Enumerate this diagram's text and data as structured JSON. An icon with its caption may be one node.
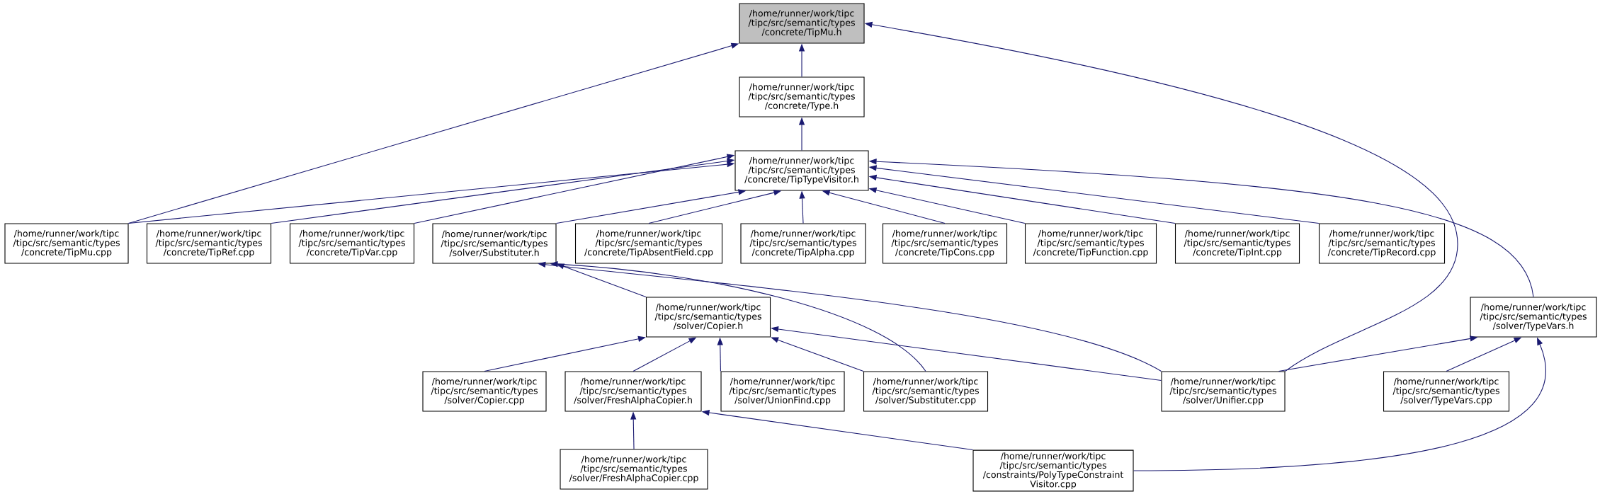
{
  "diagram": {
    "nodes": [
      {
        "text": [
          "/home/runner/work/tipc /tipc/src/semantic/types /concrete/TipMu.h"
        ]
      },
      {
        "text": [
          "/home/runner/work/tipc /tipc/src/semantic/types /concrete/Type.h"
        ]
      },
      {
        "text": [
          "/home/runner/work/tipc /tipc/src/semantic/types /concrete/TipTypeVisitor.h"
        ]
      },
      {
        "text": [
          "/home/runner/work/tipc /tipc/src/semantic/types /concrete/TipMu.cpp"
        ]
      },
      {
        "text": [
          "/home/runner/work/tipc /tipc/src/semantic/types /concrete/TipRef.cpp"
        ]
      },
      {
        "text": [
          "/home/runner/work/tipc /tipc/src/semantic/types /concrete/TipVar.cpp"
        ]
      },
      {
        "text": [
          "/home/runner/work/tipc /tipc/src/semantic/types /solver/Substituter.h"
        ]
      },
      {
        "text": [
          "/home/runner/work/tipc /tipc/src/semantic/types /concrete/TipAbsentField.cpp"
        ]
      },
      {
        "text": [
          "/home/runner/work/tipc /tipc/src/semantic/types /concrete/TipAlpha.cpp"
        ]
      },
      {
        "text": [
          "/home/runner/work/tipc /tipc/src/semantic/types /concrete/TipCons.cpp"
        ]
      },
      {
        "text": [
          "/home/runner/work/tipc /tipc/src/semantic/types /concrete/TipFunction.cpp"
        ]
      },
      {
        "text": [
          "/home/runner/work/tipc /tipc/src/semantic/types /concrete/TipInt.cpp"
        ]
      },
      {
        "text": [
          "/home/runner/work/tipc /tipc/src/semantic/types /concrete/TipRecord.cpp"
        ]
      },
      {
        "text": [
          "/home/runner/work/tipc /tipc/src/semantic/types /solver/TypeVars.h"
        ]
      },
      {
        "text": [
          "/home/runner/work/tipc /tipc/src/semantic/types /solver/Copier.h"
        ]
      },
      {
        "text": [
          "/home/runner/work/tipc /tipc/src/semantic/types /solver/Copier.cpp"
        ]
      },
      {
        "text": [
          "/home/runner/work/tipc /tipc/src/semantic/types /solver/FreshAlphaCopier.h"
        ]
      },
      {
        "text": [
          "/home/runner/work/tipc /tipc/src/semantic/types /solver/UnionFind.cpp"
        ]
      },
      {
        "text": [
          "/home/runner/work/tipc /tipc/src/semantic/types /solver/Substituter.cpp"
        ]
      },
      {
        "text": [
          "/home/runner/work/tipc /tipc/src/semantic/types /solver/Unifier.cpp"
        ]
      },
      {
        "text": [
          "/home/runner/work/tipc /tipc/src/semantic/types /solver/TypeVars.cpp"
        ]
      },
      {
        "text": [
          "/home/runner/work/tipc /tipc/src/semantic/types /solver/FreshAlphaCopier.cpp"
        ]
      },
      {
        "text": [
          "/home/runner/work/tipc /tipc/src/semantic/types /constraints/PolyTypeConstraint Visitor.cpp"
        ]
      }
    ],
    "edges": [
      {
        "from": 1,
        "to": 0,
        "arrow": "to"
      },
      {
        "from": 3,
        "to": 0,
        "arrow": "to"
      },
      {
        "from": 19,
        "to": 0,
        "arrow": "to"
      },
      {
        "from": 2,
        "to": 1,
        "arrow": "to"
      },
      {
        "from": 3,
        "to": 2,
        "arrow": "to"
      },
      {
        "from": 4,
        "to": 2,
        "arrow": "to"
      },
      {
        "from": 5,
        "to": 2,
        "arrow": "to"
      },
      {
        "from": 6,
        "to": 2,
        "arrow": "to"
      },
      {
        "from": 7,
        "to": 2,
        "arrow": "to"
      },
      {
        "from": 8,
        "to": 2,
        "arrow": "to"
      },
      {
        "from": 9,
        "to": 2,
        "arrow": "to"
      },
      {
        "from": 10,
        "to": 2,
        "arrow": "to"
      },
      {
        "from": 11,
        "to": 2,
        "arrow": "to"
      },
      {
        "from": 12,
        "to": 2,
        "arrow": "to"
      },
      {
        "from": 13,
        "to": 2,
        "arrow": "to"
      },
      {
        "from": 14,
        "to": 6,
        "arrow": "to"
      },
      {
        "from": 18,
        "to": 6,
        "arrow": "to"
      },
      {
        "from": 19,
        "to": 6,
        "arrow": "to"
      },
      {
        "from": 15,
        "to": 14,
        "arrow": "to"
      },
      {
        "from": 16,
        "to": 14,
        "arrow": "to"
      },
      {
        "from": 17,
        "to": 14,
        "arrow": "to"
      },
      {
        "from": 18,
        "to": 14,
        "arrow": "to"
      },
      {
        "from": 19,
        "to": 14,
        "arrow": "to"
      },
      {
        "from": 21,
        "to": 16,
        "arrow": "to"
      },
      {
        "from": 22,
        "to": 16,
        "arrow": "to"
      },
      {
        "from": 19,
        "to": 13,
        "arrow": "to"
      },
      {
        "from": 20,
        "to": 13,
        "arrow": "to"
      },
      {
        "from": 22,
        "to": 13,
        "arrow": "to"
      }
    ]
  }
}
